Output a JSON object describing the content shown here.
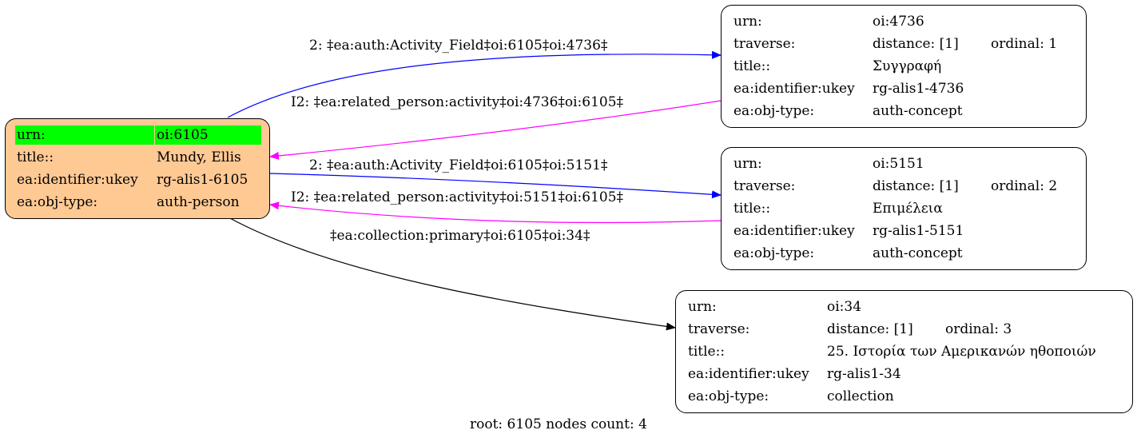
{
  "graph": {
    "root_node": {
      "rows": [
        {
          "key": "urn:",
          "value": "oi:6105"
        },
        {
          "key": "title::",
          "value": "Mundy, Ellis"
        },
        {
          "key": "ea:identifier:ukey",
          "value": "rg-alis1-6105"
        },
        {
          "key": "ea:obj-type:",
          "value": "auth-person"
        }
      ]
    },
    "nodes": [
      {
        "urn_key": "urn:",
        "urn": "oi:4736",
        "traverse_key": "traverse:",
        "distance": "distance: [1]",
        "ordinal": "ordinal: 1",
        "title_key": "title::",
        "title": "Συγγραφή",
        "ukey_key": "ea:identifier:ukey",
        "ukey": "rg-alis1-4736",
        "type_key": "ea:obj-type:",
        "type": "auth-concept"
      },
      {
        "urn_key": "urn:",
        "urn": "oi:5151",
        "traverse_key": "traverse:",
        "distance": "distance: [1]",
        "ordinal": "ordinal: 2",
        "title_key": "title::",
        "title": "Επιμέλεια",
        "ukey_key": "ea:identifier:ukey",
        "ukey": "rg-alis1-5151",
        "type_key": "ea:obj-type:",
        "type": "auth-concept"
      },
      {
        "urn_key": "urn:",
        "urn": "oi:34",
        "traverse_key": "traverse:",
        "distance": "distance: [1]",
        "ordinal": "ordinal: 3",
        "title_key": "title::",
        "title": "25. Ιστορία των Αμερικανών ηθοποιών",
        "ukey_key": "ea:identifier:ukey",
        "ukey": "rg-alis1-34",
        "type_key": "ea:obj-type:",
        "type": "collection"
      }
    ],
    "edges": [
      {
        "label": "2: ‡ea:auth:Activity_Field‡oi:6105‡oi:4736‡",
        "color": "#0000ff"
      },
      {
        "label": "I2: ‡ea:related_person:activity‡oi:4736‡oi:6105‡",
        "color": "#ff00ff"
      },
      {
        "label": "2: ‡ea:auth:Activity_Field‡oi:6105‡oi:5151‡",
        "color": "#0000ff"
      },
      {
        "label": "I2: ‡ea:related_person:activity‡oi:5151‡oi:6105‡",
        "color": "#ff00ff"
      },
      {
        "label": "‡ea:collection:primary‡oi:6105‡oi:34‡",
        "color": "#000000"
      }
    ],
    "highlight_color": "#00ff00",
    "root_fill": "#ffc994",
    "footer": "root: 6105 nodes count: 4"
  }
}
